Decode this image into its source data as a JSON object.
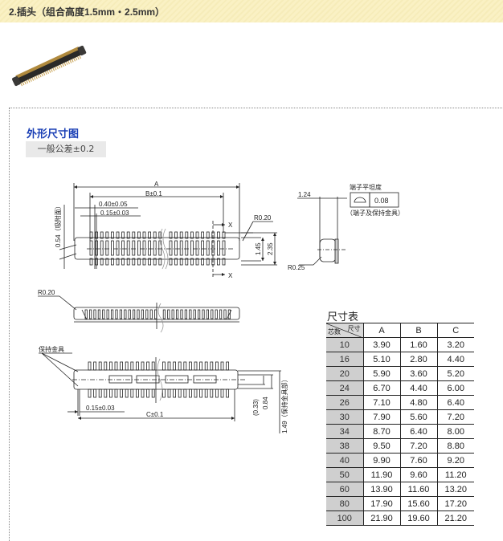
{
  "header": {
    "title": "2.插头（组合高度1.5mm・2.5mm）"
  },
  "product_image": {
    "alt": "connector-plug-photo"
  },
  "section": {
    "title": "外形尺寸图",
    "tolerance": "一般公差±0.2"
  },
  "drawing_labels": {
    "dim_a": "A",
    "dim_b": "B±0.1",
    "pitch": "0.40±0.05",
    "terminal_width": "0.15±0.03",
    "suction_face": "0.54（吸附面）",
    "section_mark_top": "X",
    "section_mark_bottom": "X",
    "radius_top": "R0.20",
    "height_1": "1.45",
    "height_2": "2.35",
    "side_width": "1.24",
    "flatness_label": "端子平坦度",
    "flatness_value": "0.08",
    "flatness_note": "（端子及保持金具）",
    "radius_side": "R0.25",
    "radius_front": "R0.20",
    "retainer_label": "保持金具",
    "retainer_width": "0.15±0.03",
    "dim_c": "C±0.1",
    "dim_033": "(0.33)",
    "dim_084": "0.84",
    "dim_149": "1.49（保持金具部）"
  },
  "dimension_table": {
    "title": "尺寸表",
    "corner_top": "尺寸",
    "corner_bottom": "芯数",
    "columns": [
      "A",
      "B",
      "C"
    ],
    "rows": [
      {
        "pins": "10",
        "A": "3.90",
        "B": "1.60",
        "C": "3.20"
      },
      {
        "pins": "16",
        "A": "5.10",
        "B": "2.80",
        "C": "4.40"
      },
      {
        "pins": "20",
        "A": "5.90",
        "B": "3.60",
        "C": "5.20"
      },
      {
        "pins": "24",
        "A": "6.70",
        "B": "4.40",
        "C": "6.00"
      },
      {
        "pins": "26",
        "A": "7.10",
        "B": "4.80",
        "C": "6.40"
      },
      {
        "pins": "30",
        "A": "7.90",
        "B": "5.60",
        "C": "7.20"
      },
      {
        "pins": "34",
        "A": "8.70",
        "B": "6.40",
        "C": "8.00"
      },
      {
        "pins": "38",
        "A": "9.50",
        "B": "7.20",
        "C": "8.80"
      },
      {
        "pins": "40",
        "A": "9.90",
        "B": "7.60",
        "C": "9.20"
      },
      {
        "pins": "50",
        "A": "11.90",
        "B": "9.60",
        "C": "11.20"
      },
      {
        "pins": "60",
        "A": "13.90",
        "B": "11.60",
        "C": "13.20"
      },
      {
        "pins": "80",
        "A": "17.90",
        "B": "15.60",
        "C": "17.20"
      },
      {
        "pins": "100",
        "A": "21.90",
        "B": "19.60",
        "C": "21.20"
      }
    ]
  },
  "colors": {
    "header_bg": "#faf1c4",
    "section_title": "#1a3fb5",
    "pin_cell": "#cfcfcf"
  }
}
